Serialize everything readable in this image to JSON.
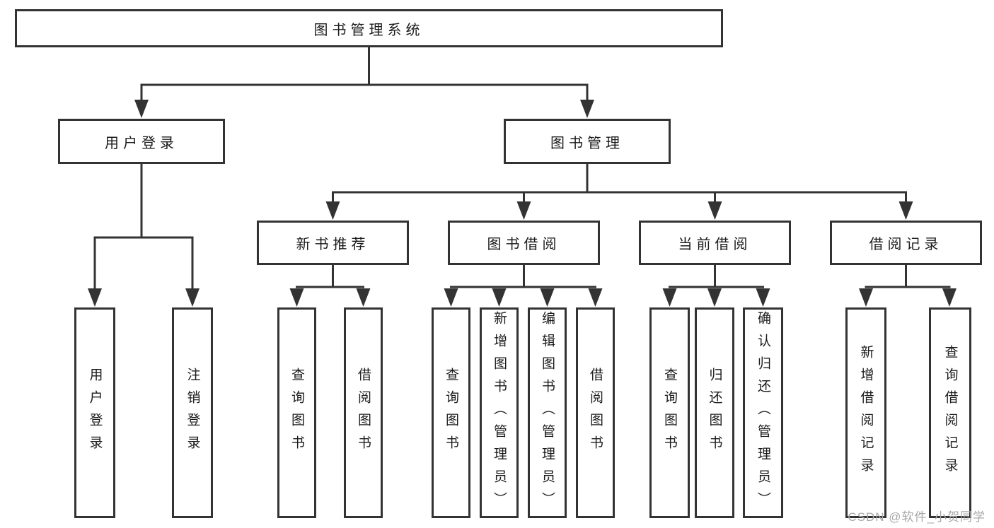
{
  "tree": {
    "root": {
      "label": "图书管理系统",
      "children": [
        {
          "label": "用户登录",
          "children": [
            {
              "label": "用户登录"
            },
            {
              "label": "注销登录"
            }
          ]
        },
        {
          "label": "图书管理",
          "children": [
            {
              "label": "新书推荐",
              "children": [
                {
                  "label": "查询图书"
                },
                {
                  "label": "借阅图书"
                }
              ]
            },
            {
              "label": "图书借阅",
              "children": [
                {
                  "label": "查询图书"
                },
                {
                  "label": "新增图书（管理员）"
                },
                {
                  "label": "编辑图书（管理员）"
                },
                {
                  "label": "借阅图书"
                }
              ]
            },
            {
              "label": "当前借阅",
              "children": [
                {
                  "label": "查询图书"
                },
                {
                  "label": "归还图书"
                },
                {
                  "label": "确认归还（管理员）"
                }
              ]
            },
            {
              "label": "借阅记录",
              "children": [
                {
                  "label": "新增借阅记录"
                },
                {
                  "label": "查询借阅记录"
                }
              ]
            }
          ]
        }
      ]
    }
  },
  "watermark": {
    "text": "CSDN @软件_小贺同学"
  },
  "colors": {
    "line": "#333333",
    "text": "#1b1b1b",
    "watermark": "#a8a8a8",
    "background": "#ffffff"
  }
}
